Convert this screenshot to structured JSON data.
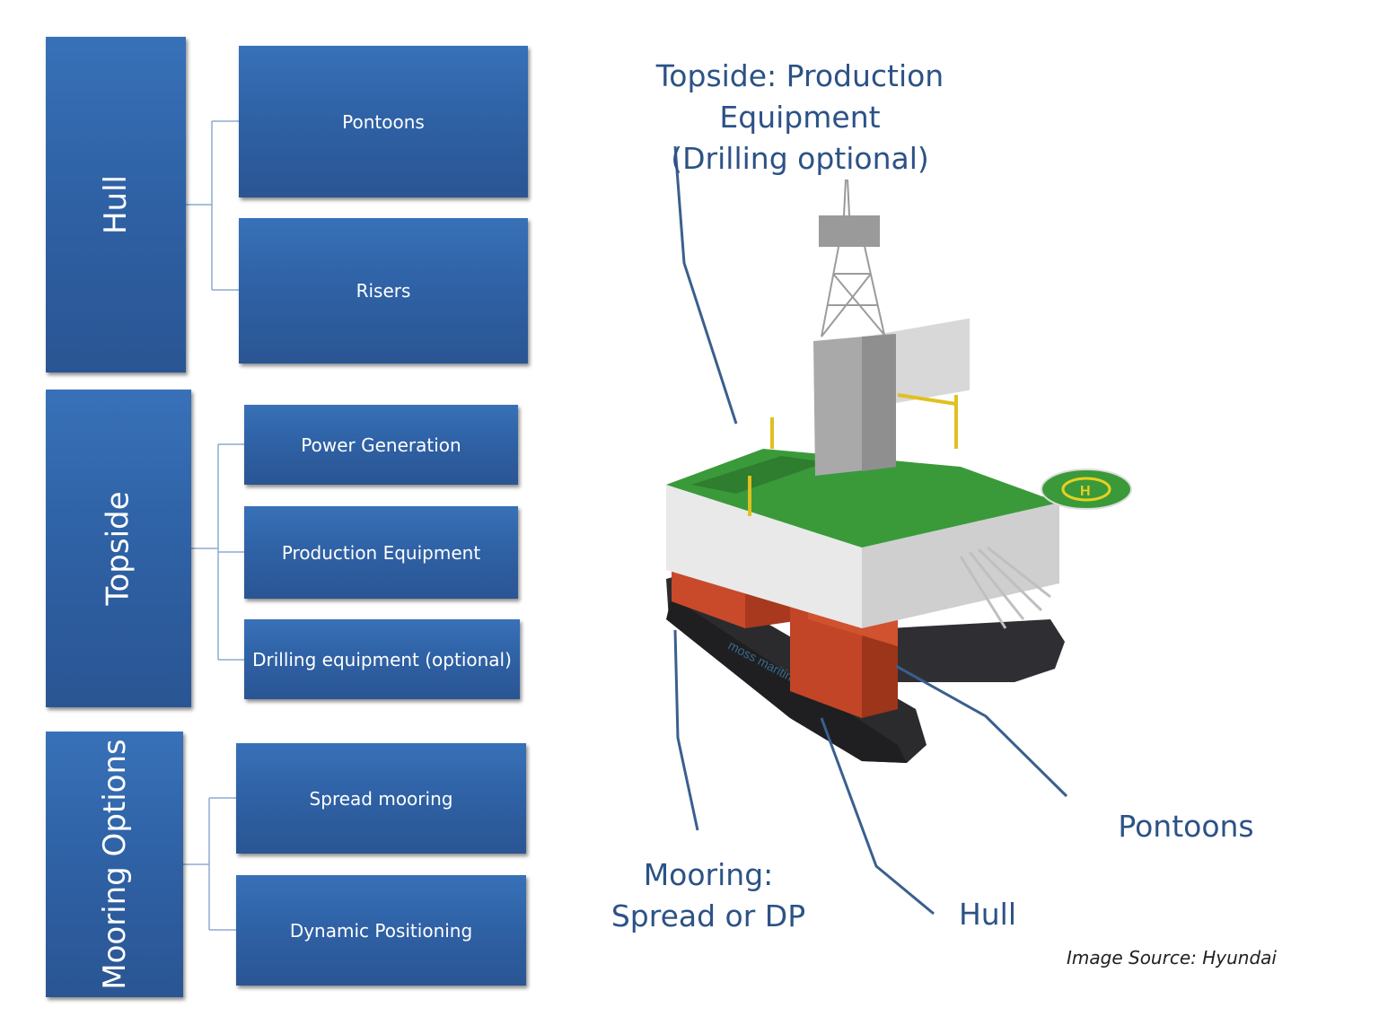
{
  "groups": [
    {
      "label": "Hull",
      "items": [
        "Pontoons",
        "Risers"
      ]
    },
    {
      "label": "Topside",
      "items": [
        "Power Generation",
        "Production Equipment",
        "Drilling equipment (optional)"
      ]
    },
    {
      "label": "Mooring Options",
      "items": [
        "Spread mooring",
        "Dynamic Positioning"
      ]
    }
  ],
  "callouts": {
    "topside_line1": "Topside: Production Equipment",
    "topside_line2": "(Drilling optional)",
    "mooring_line1": "Mooring:",
    "mooring_line2": "Spread or DP",
    "hull": "Hull",
    "pontoons": "Pontoons"
  },
  "image_source": "Image Source: Hyundai",
  "image_text": {
    "hull_brand": "moss maritime",
    "helipad": "H"
  },
  "colors": {
    "box_blue": "#2f62a6",
    "callout_text": "#2c5286",
    "leader_line": "#3a5f8f"
  }
}
